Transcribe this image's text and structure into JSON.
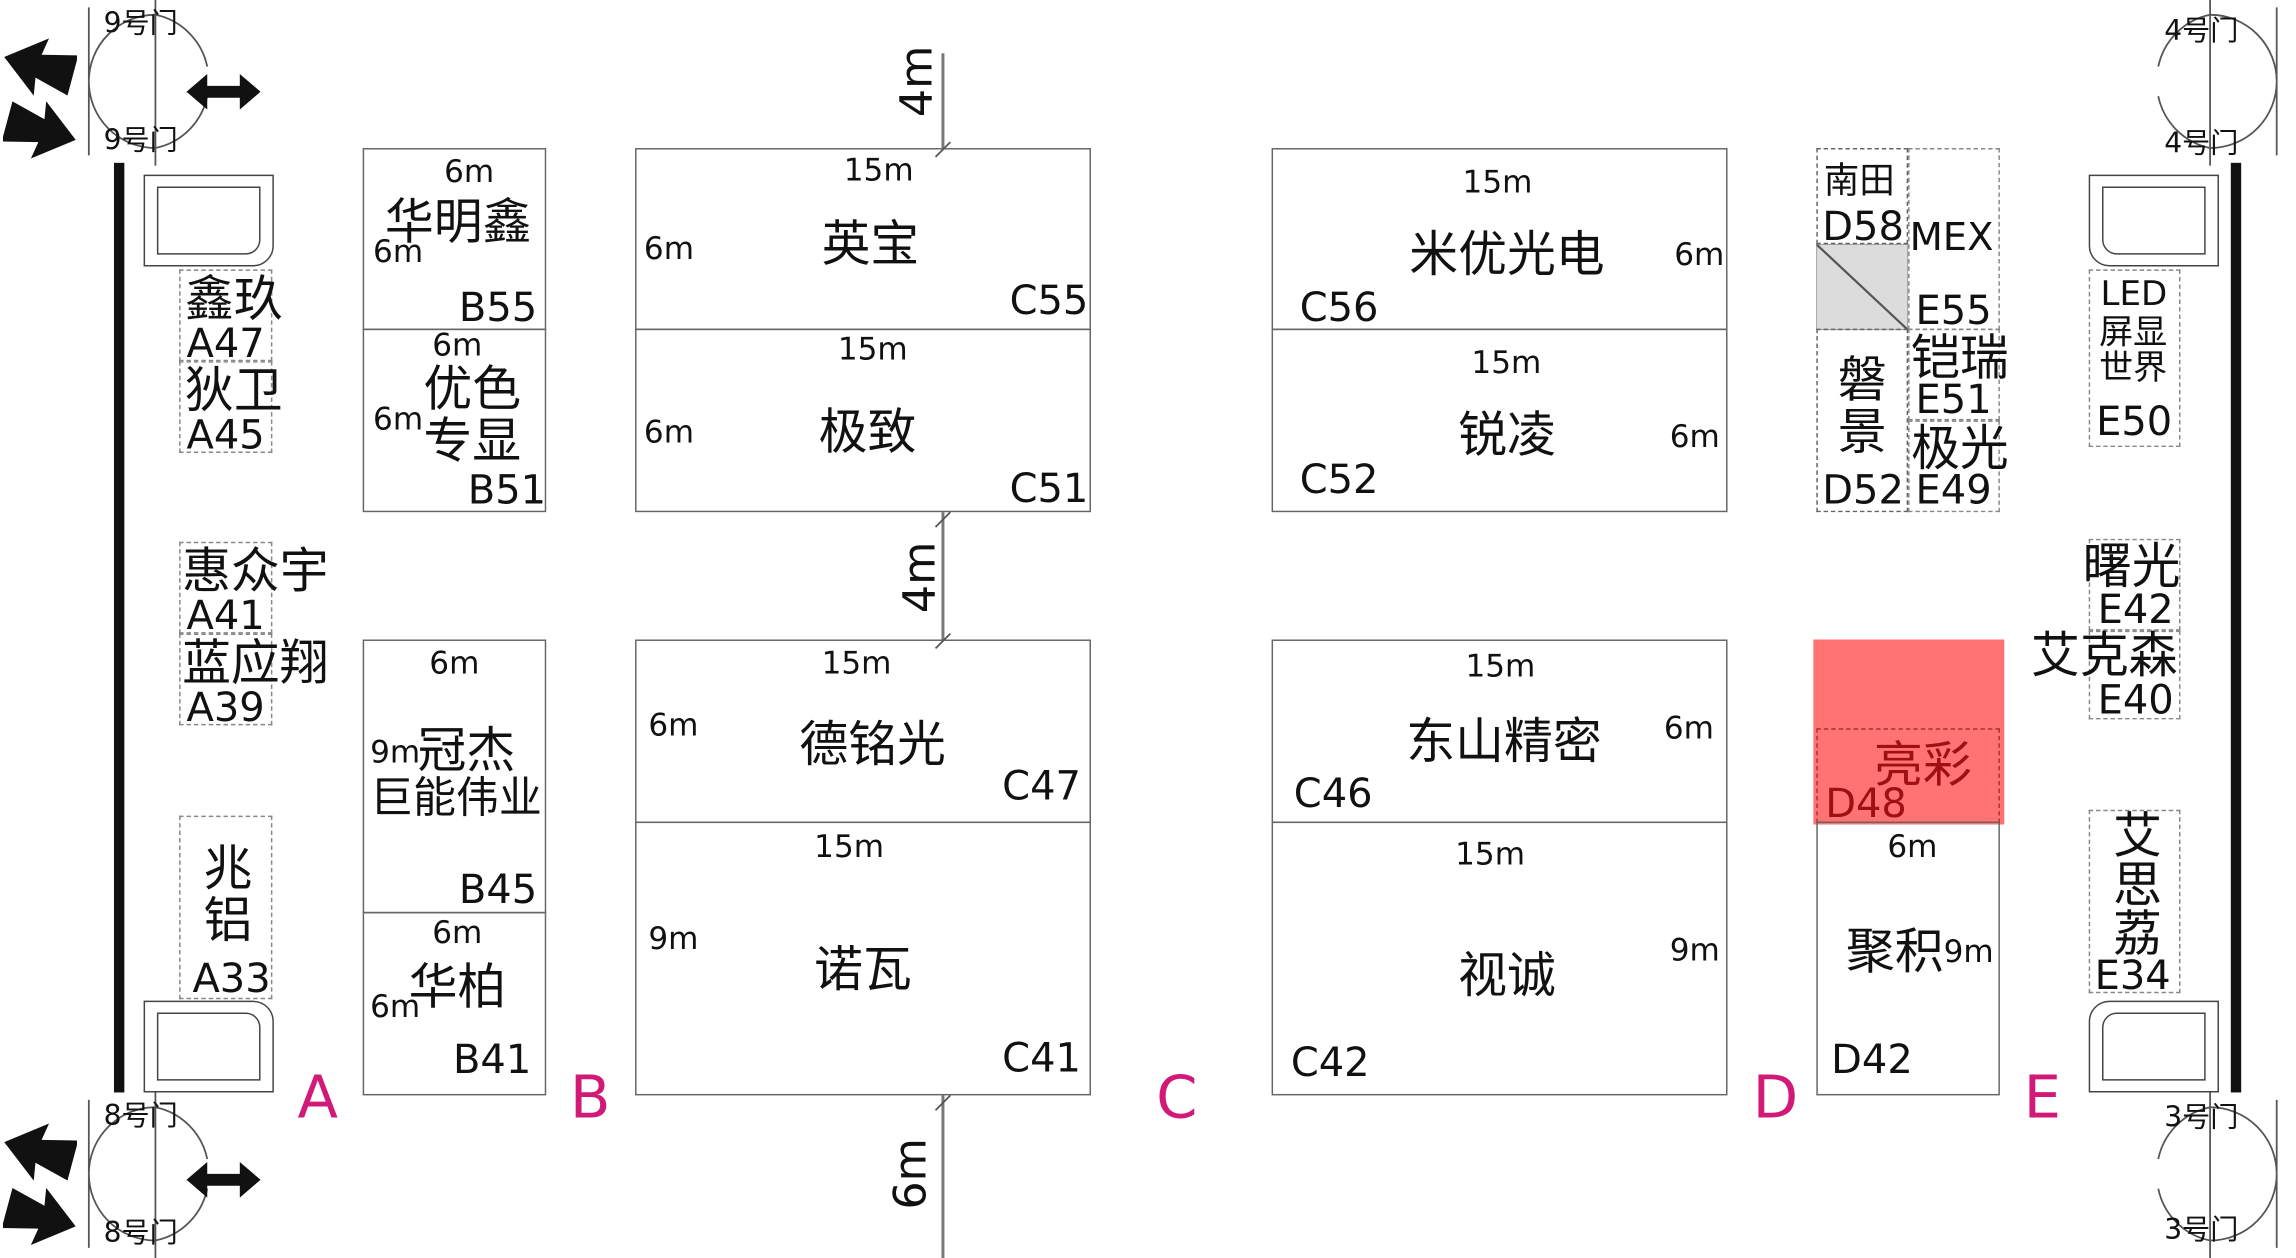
{
  "doors": [
    {
      "id": "door-9a",
      "label": "9号门"
    },
    {
      "id": "door-9b",
      "label": "9号门"
    },
    {
      "id": "door-8a",
      "label": "8号门"
    },
    {
      "id": "door-8b",
      "label": "8号门"
    },
    {
      "id": "door-4a",
      "label": "4号门"
    },
    {
      "id": "door-4b",
      "label": "4号门"
    },
    {
      "id": "door-3a",
      "label": "3号门"
    },
    {
      "id": "door-3b",
      "label": "3号门"
    }
  ],
  "aisles": {
    "a": "A",
    "b": "B",
    "c": "C",
    "d": "D",
    "e": "E"
  },
  "gaps": {
    "top": "4m",
    "middle": "4m",
    "bottom": "6m"
  },
  "booths": {
    "A47": {
      "name": "鑫玖",
      "code": "A47"
    },
    "A45": {
      "name": "狄卫",
      "code": "A45"
    },
    "A41": {
      "name": "惠众宇",
      "code": "A41"
    },
    "A39": {
      "name": "蓝应翔",
      "code": "A39"
    },
    "A33": {
      "name": "兆铝",
      "code": "A33"
    },
    "B55": {
      "name": "华明鑫",
      "code": "B55",
      "w": "6m",
      "d": "6m"
    },
    "B51": {
      "name1": "优色",
      "name2": "专显",
      "code": "B51",
      "w": "6m",
      "d": "6m"
    },
    "B45": {
      "name1": "冠杰",
      "name2": "巨能伟业",
      "code": "B45",
      "w": "6m",
      "d": "9m"
    },
    "B41": {
      "name": "华柏",
      "code": "B41",
      "w": "6m",
      "d": "6m"
    },
    "C55": {
      "name": "英宝",
      "code": "C55",
      "w": "15m",
      "d": "6m"
    },
    "C51": {
      "name": "极致",
      "code": "C51",
      "w": "15m",
      "d": "6m"
    },
    "C47": {
      "name": "德铭光",
      "code": "C47",
      "w": "15m",
      "d": "6m"
    },
    "C41": {
      "name": "诺瓦",
      "code": "C41",
      "w": "15m",
      "d": "9m"
    },
    "C56": {
      "name": "米优光电",
      "code": "C56",
      "w": "15m",
      "d": "6m"
    },
    "C52": {
      "name": "锐凌",
      "code": "C52",
      "w": "15m",
      "d": "6m"
    },
    "C46": {
      "name": "东山精密",
      "code": "C46",
      "w": "15m",
      "d": "6m"
    },
    "C42": {
      "name": "视诚",
      "code": "C42",
      "w": "15m",
      "d": "9m"
    },
    "D58": {
      "name": "南田",
      "code": "D58"
    },
    "D52": {
      "name": "磐景",
      "code": "D52"
    },
    "D48": {
      "name": "亮彩",
      "code": "D48"
    },
    "D42": {
      "name": "聚积",
      "code": "D42",
      "w": "6m",
      "d": "9m"
    },
    "E55": {
      "name": "MEX",
      "code": "E55"
    },
    "E51": {
      "name": "铠瑞",
      "code": "E51"
    },
    "E49": {
      "name": "极光",
      "code": "E49"
    },
    "E50": {
      "name1": "LED",
      "name2": "屏显",
      "name3": "世界",
      "code": "E50"
    },
    "E42": {
      "name": "曙光",
      "code": "E42"
    },
    "E40": {
      "name": "艾克森",
      "code": "E40"
    },
    "E34": {
      "name": "艾思荔",
      "code": "E34"
    }
  },
  "colors": {
    "aisle": "#d11a78",
    "highlight": "#ff4b4b",
    "wall": "#111111",
    "border": "#666666"
  }
}
